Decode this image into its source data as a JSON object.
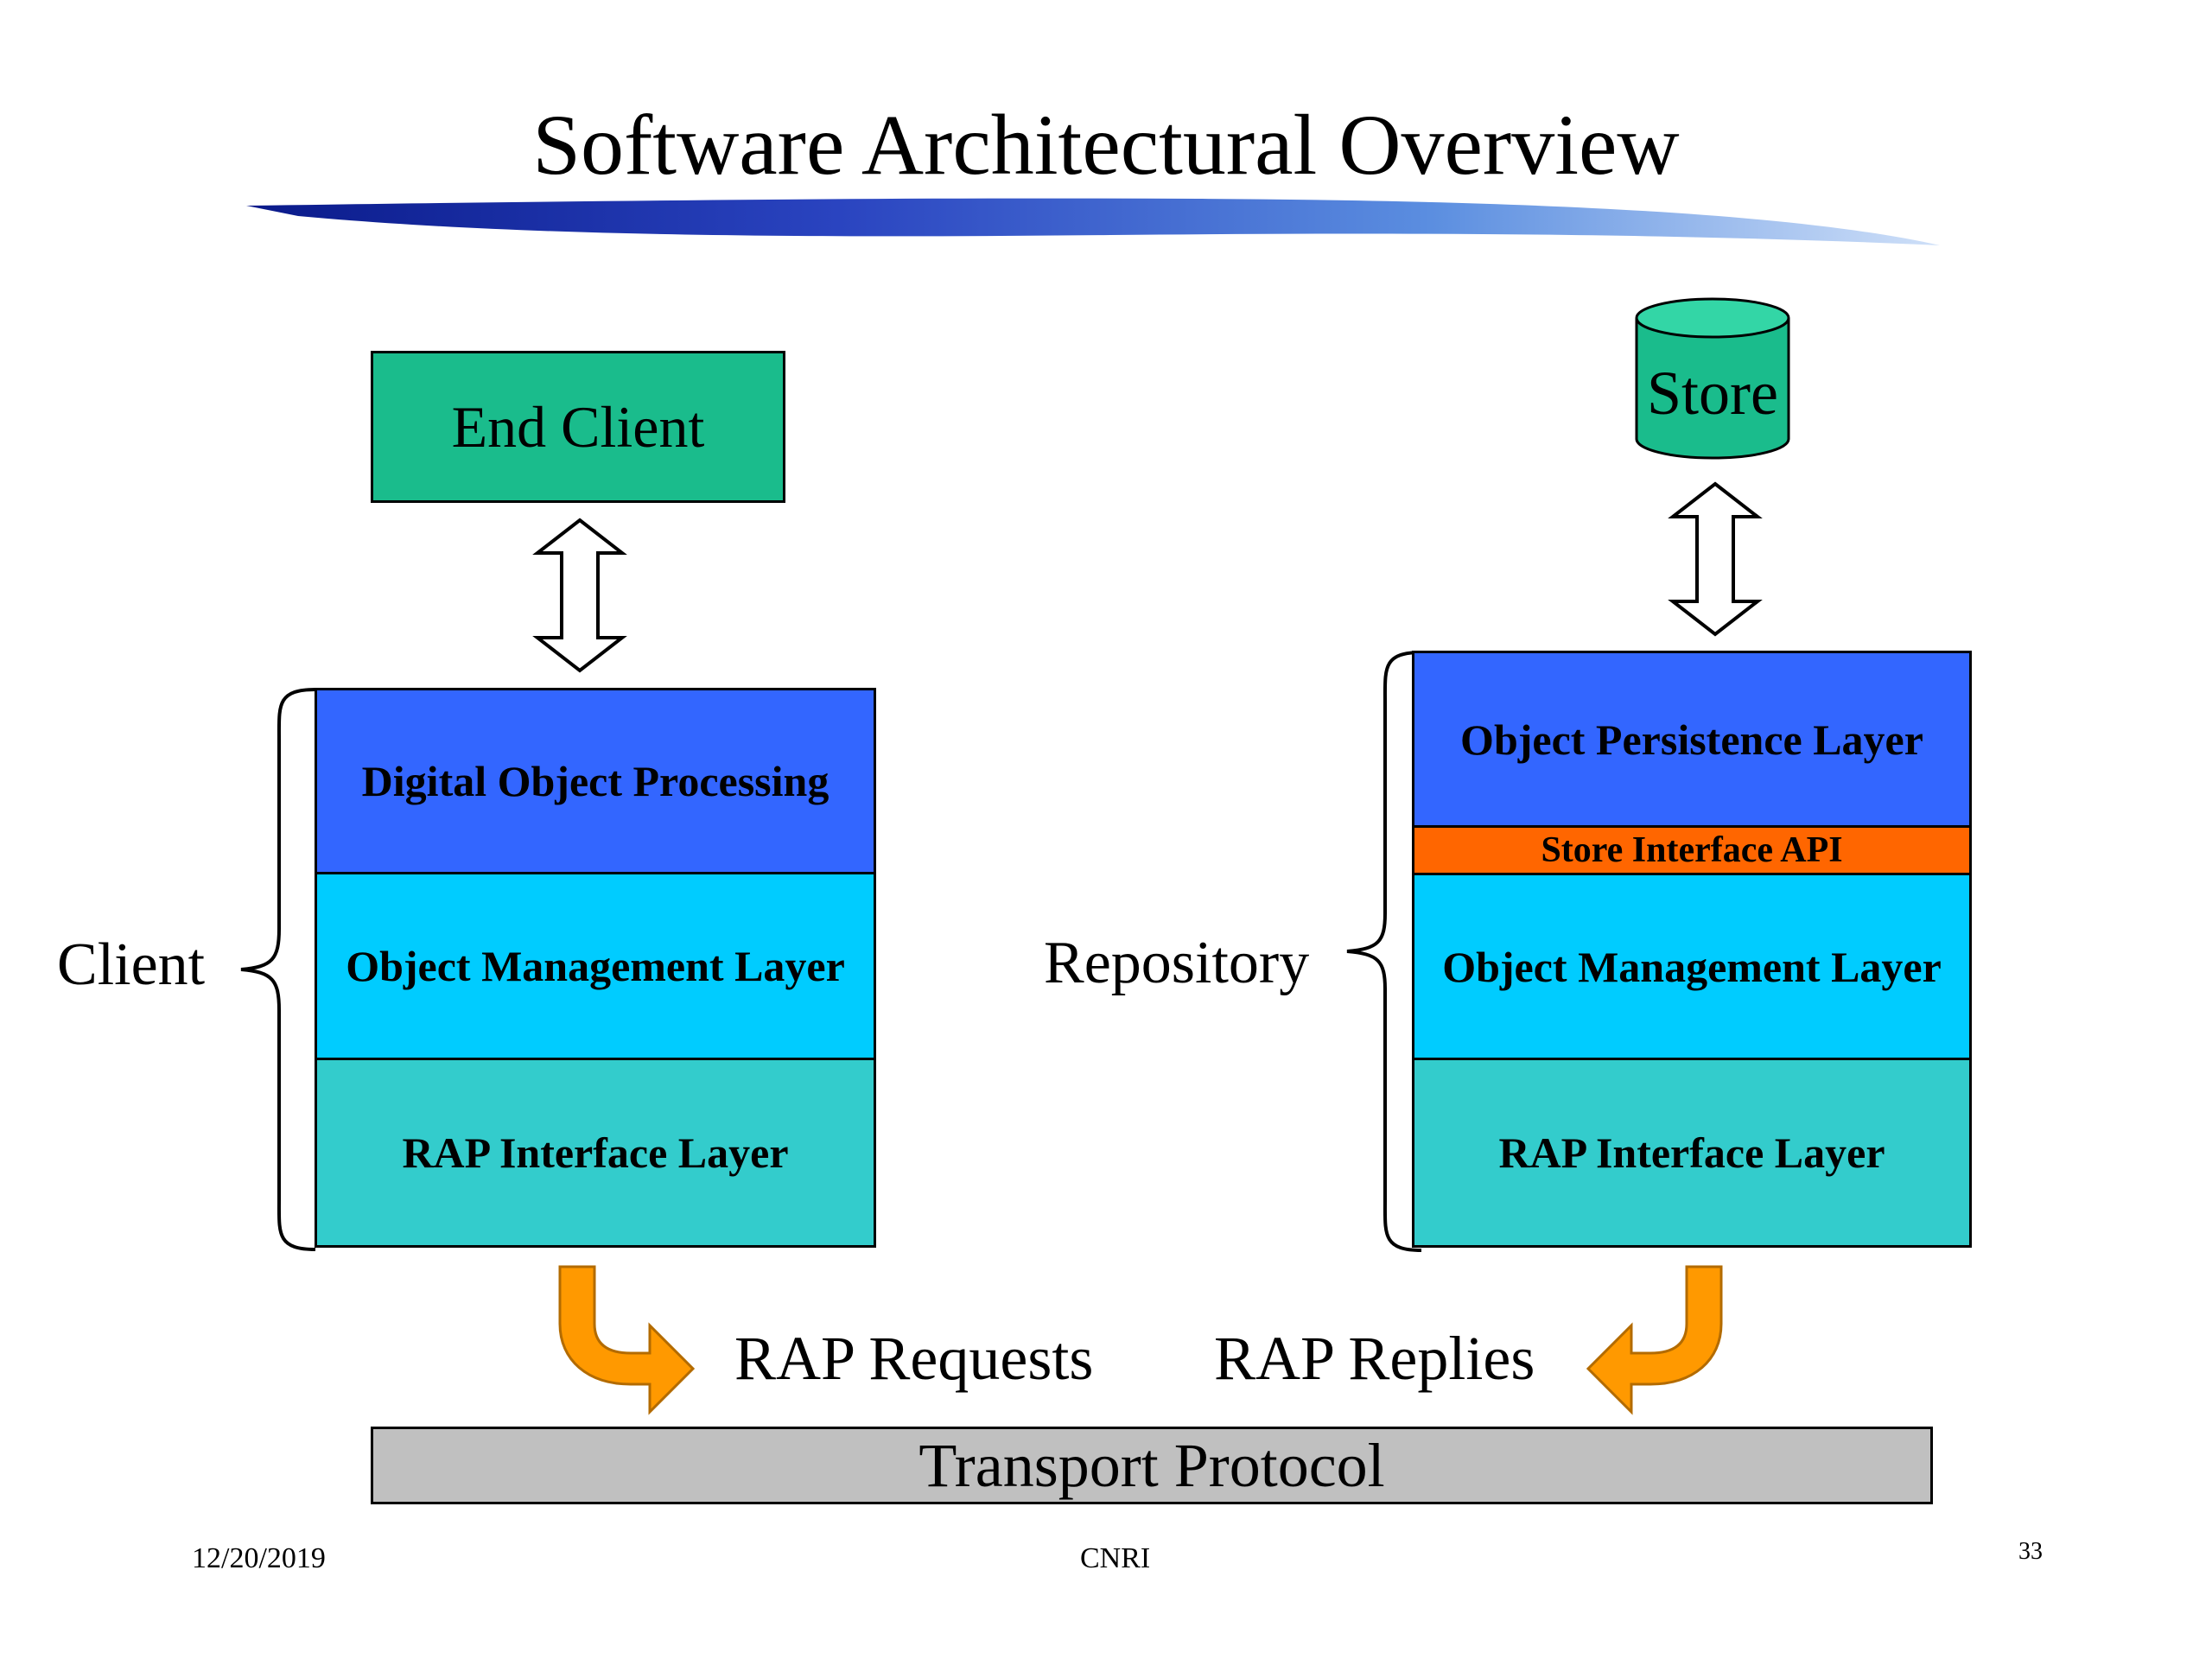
{
  "title": "Software Architectural Overview",
  "end_client": "End Client",
  "store": "Store",
  "client_label": "Client",
  "repository_label": "Repository",
  "client_stack": {
    "layer1": "Digital Object Processing",
    "layer2": "Object Management Layer",
    "layer3": "RAP Interface Layer"
  },
  "repository_stack": {
    "layer1": "Object Persistence Layer",
    "api": "Store Interface API",
    "layer2": "Object Management Layer",
    "layer3": "RAP Interface Layer"
  },
  "rap_requests": "RAP Requests",
  "rap_replies": "RAP Replies",
  "transport": "Transport Protocol",
  "footer": {
    "date": "12/20/2019",
    "org": "CNRI",
    "page": "33"
  },
  "colors": {
    "teal_green": "#1ABC8C",
    "blue": "#3366FF",
    "cyan": "#00CCFF",
    "turquoise": "#33CCCC",
    "orange_api": "#FF6600",
    "orange_arrow": "#FF9900",
    "gray": "#C0C0C0"
  }
}
